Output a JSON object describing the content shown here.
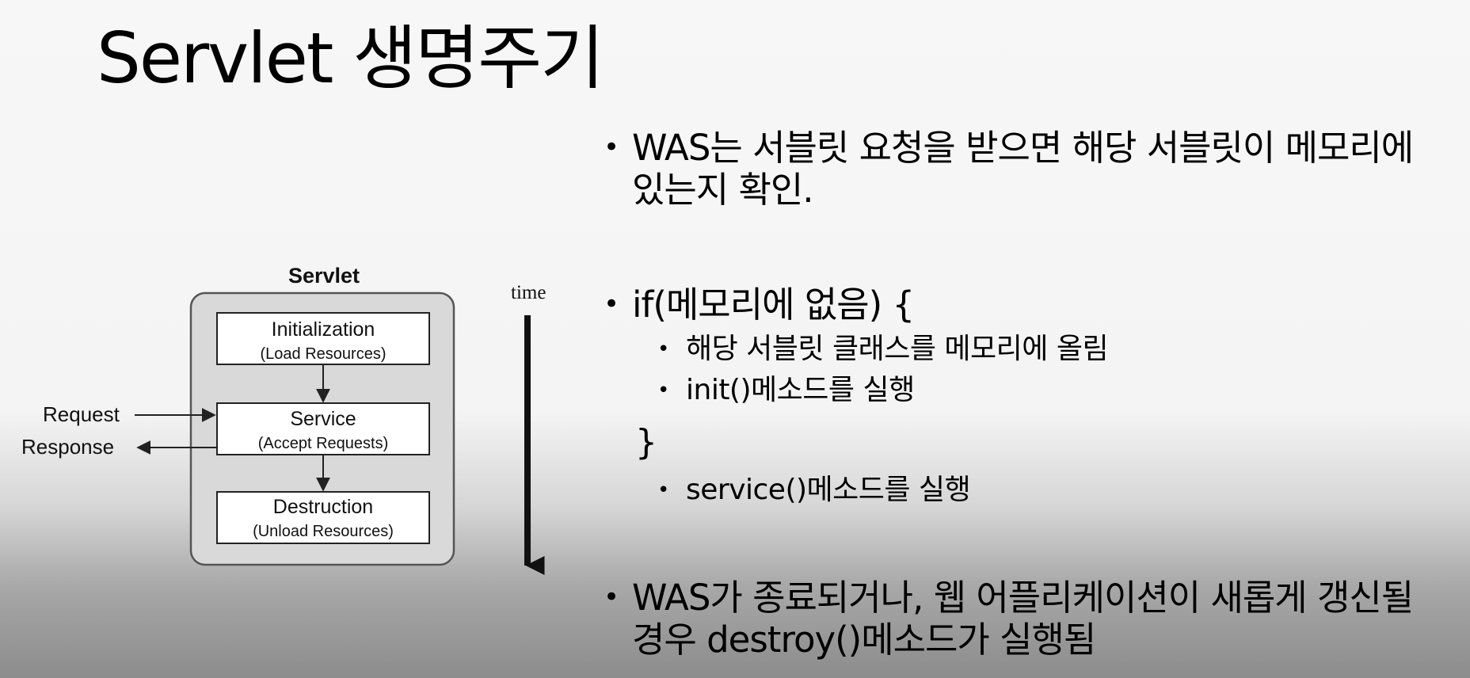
{
  "slide": {
    "title": "Servlet 생명주기"
  },
  "diagram": {
    "box_title": "Servlet",
    "stages": [
      {
        "name": "Initialization",
        "detail": "(Load Resources)"
      },
      {
        "name": "Service",
        "detail": "(Accept Requests)"
      },
      {
        "name": "Destruction",
        "detail": "(Unload Resources)"
      }
    ],
    "request_label": "Request",
    "response_label": "Response",
    "time_label": "time"
  },
  "bullets": {
    "item1": "WAS는 서블릿 요청을 받으면 해당 서블릿이 메모리에 있는지 확인.",
    "item2": "if(메모리에 없음) {",
    "item2_sub1": "해당 서블릿 클래스를 메모리에 올림",
    "item2_sub2": "init()메소드를 실행",
    "item2_close": "}",
    "item2_sub3": "service()메소드를 실행",
    "item3": "WAS가 종료되거나, 웹 어플리케이션이 새롭게 갱신될 경우 destroy()메소드가 실행됨",
    "bullet_glyph": "•"
  }
}
